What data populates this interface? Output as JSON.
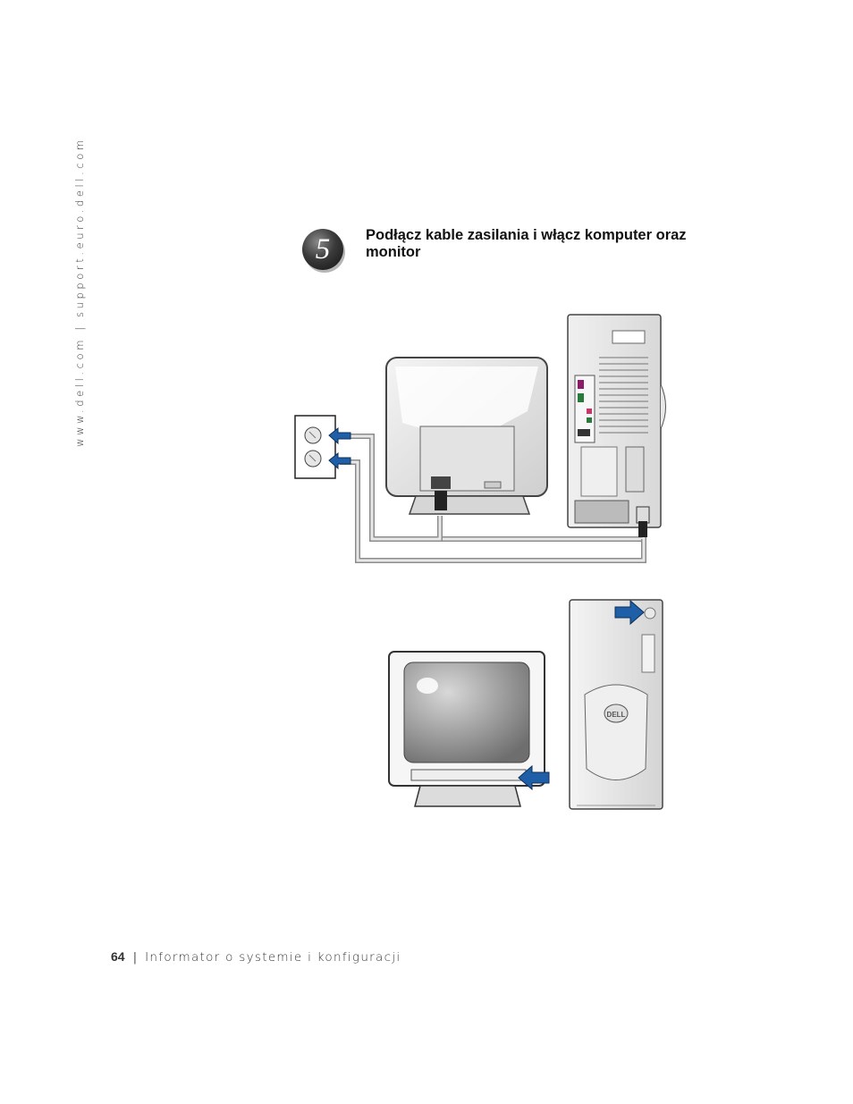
{
  "side_url": "www.dell.com | support.euro.dell.com",
  "step": {
    "number": "5",
    "title": "Podłącz kable zasilania i włącz komputer oraz monitor"
  },
  "illustration_top": {
    "monitor_icon": "crt-monitor-back-icon",
    "outlet_icon": "wall-outlet-icon",
    "tower_icon": "tower-computer-back-icon",
    "arrow_color": "#1f5fa8"
  },
  "illustration_bottom": {
    "monitor_icon": "crt-monitor-front-icon",
    "tower_icon": "tower-computer-front-icon",
    "tower_logo": "DELL",
    "arrow_color": "#1f5fa8"
  },
  "footer": {
    "page_number": "64",
    "separator": "|",
    "title": "Informator o systemie i konfiguracji"
  }
}
